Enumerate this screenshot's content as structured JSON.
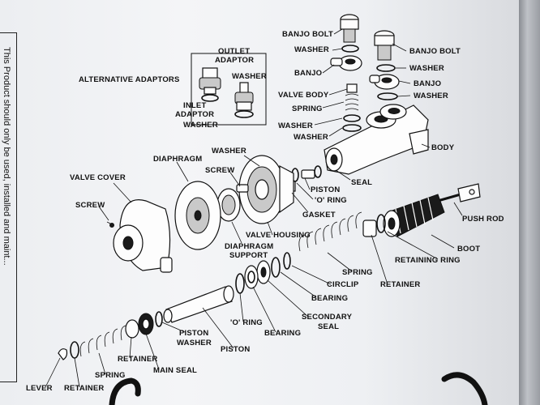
{
  "side_note": "This Product should only be used, installed and maint...",
  "labels": {
    "banjo_bolt_1": "BANJO BOLT",
    "banjo_bolt_2": "BANJO BOLT",
    "outlet_adaptor_1": "OUTLET",
    "outlet_adaptor_2": "ADAPTOR",
    "washer_banjo_1": "WASHER",
    "washer_banjo_2": "WASHER",
    "washer_banjo_3": "WASHER",
    "banjo_1": "BANJO",
    "banjo_2": "BANJO",
    "alternative_adaptors": "ALTERNATIVE ADAPTORS",
    "washer_adaptor_1": "WASHER",
    "washer_adaptor_2": "WASHER",
    "inlet_adaptor_1": "INLET",
    "inlet_adaptor_2": "ADAPTOR",
    "valve_body": "VALVE BODY",
    "spring_valve": "SPRING",
    "washer_valve_1": "WASHER",
    "washer_valve_2": "WASHER",
    "washer_top": "WASHER",
    "body": "BODY",
    "diaphragm": "DIAPHRAGM",
    "screw_top": "SCREW",
    "valve_cover": "VALVE COVER",
    "seal": "SEAL",
    "piston_top": "PISTON",
    "o_ring_top": "'O' RING",
    "screw_left": "SCREW",
    "gasket": "GASKET",
    "push_rod": "PUSH ROD",
    "valve_housing": "VALVE HOUSING",
    "diaphragm_support_1": "DIAPHRAGM",
    "diaphragm_support_2": "SUPPORT",
    "boot": "BOOT",
    "retaining_ring": "RETAINING RING",
    "spring_mid": "SPRING",
    "circlip": "CIRCLIP",
    "retainer_mid": "RETAINER",
    "bearing_1": "BEARING",
    "secondary_seal_1": "SECONDARY",
    "secondary_seal_2": "SEAL",
    "o_ring_bottom": "'O' RING",
    "bearing_2": "BEARING",
    "piston_washer_1": "PISTON",
    "piston_washer_2": "WASHER",
    "piston_bottom": "PISTON",
    "retainer_low": "RETAINER",
    "main_seal": "MAIN SEAL",
    "spring_low": "SPRING",
    "lever": "LEVER",
    "retainer_bottom": "RETAINER"
  }
}
